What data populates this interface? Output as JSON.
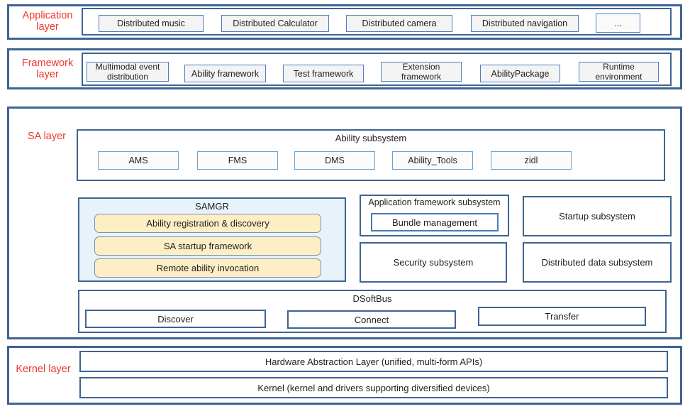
{
  "application": {
    "label": "Application layer",
    "items": [
      "Distributed music",
      "Distributed Calculator",
      "Distributed camera",
      "Distributed navigation",
      "..."
    ]
  },
  "framework": {
    "label": "Framework layer",
    "items": [
      "Multimodal event distribution",
      "Ability framework",
      "Test framework",
      "Extension framework",
      "AbilityPackage",
      "Runtime environment"
    ]
  },
  "sa": {
    "label": "SA layer",
    "ability_subsystem": {
      "title": "Ability subsystem",
      "items": [
        "AMS",
        "FMS",
        "DMS",
        "Ability_Tools",
        "zidl"
      ]
    },
    "samgr": {
      "title": "SAMGR",
      "items": [
        "Ability registration & discovery",
        "SA startup framework",
        "Remote ability invocation"
      ]
    },
    "app_framework_subsystem": {
      "title": "Application framework subsystem",
      "items": [
        "Bundle management"
      ]
    },
    "startup_subsystem": "Startup subsystem",
    "security_subsystem": "Security subsystem",
    "distributed_data_subsystem": "Distributed data subsystem",
    "dsoftbus": {
      "title": "DSoftBus",
      "items": [
        "Discover",
        "Connect",
        "Transfer"
      ]
    }
  },
  "kernel": {
    "label": "Kernel layer",
    "items": [
      "Hardware Abstraction Layer (unified, multi-form APIs)",
      "Kernel (kernel and drivers supporting diversified devices)"
    ]
  },
  "colors": {
    "layer_border": "#3e6491",
    "chip_border": "#4d7ebf",
    "chip_bg": "#f4f4f4",
    "samgr_bg": "#e7f2fa",
    "highlight_bg": "#fdeec5",
    "highlight_border": "#7593a9",
    "label_red": "#f0372e"
  }
}
